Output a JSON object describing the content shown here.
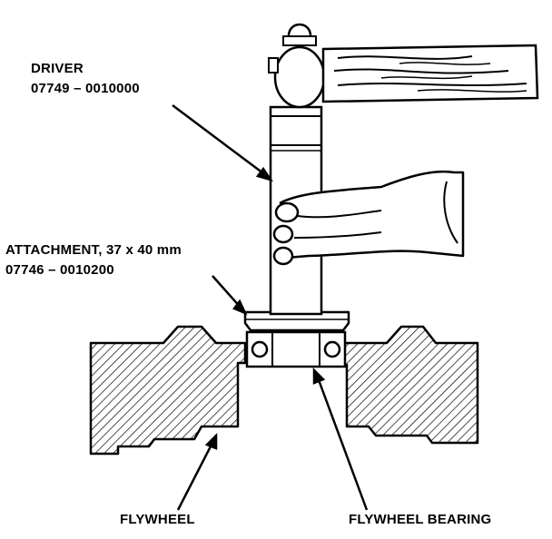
{
  "labels": {
    "driver_name": "DRIVER",
    "driver_part": "07749 – 0010000",
    "attachment_name": "ATTACHMENT, 37 x 40 mm",
    "attachment_part": "07746 – 0010200",
    "flywheel": "FLYWHEEL",
    "flywheel_bearing": "FLYWHEEL BEARING"
  },
  "colors": {
    "ink": "#000000",
    "paper": "#ffffff"
  }
}
